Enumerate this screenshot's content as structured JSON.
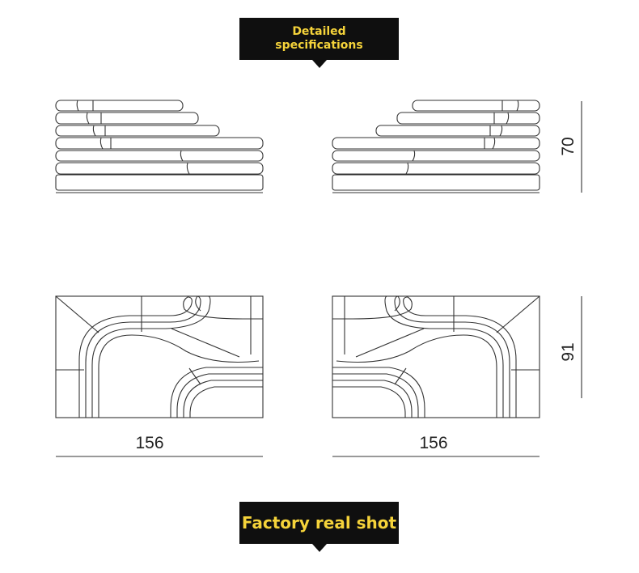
{
  "banners": {
    "top": [
      "Detailed",
      "specifications"
    ],
    "bottom": "Factory real shot"
  },
  "dimensions": {
    "width_left": "156",
    "width_right": "156",
    "height": "70",
    "depth": "91"
  },
  "colors": {
    "banner_background": "#0f0f0f",
    "banner_text": "#f5d33a",
    "line": "#333333"
  }
}
